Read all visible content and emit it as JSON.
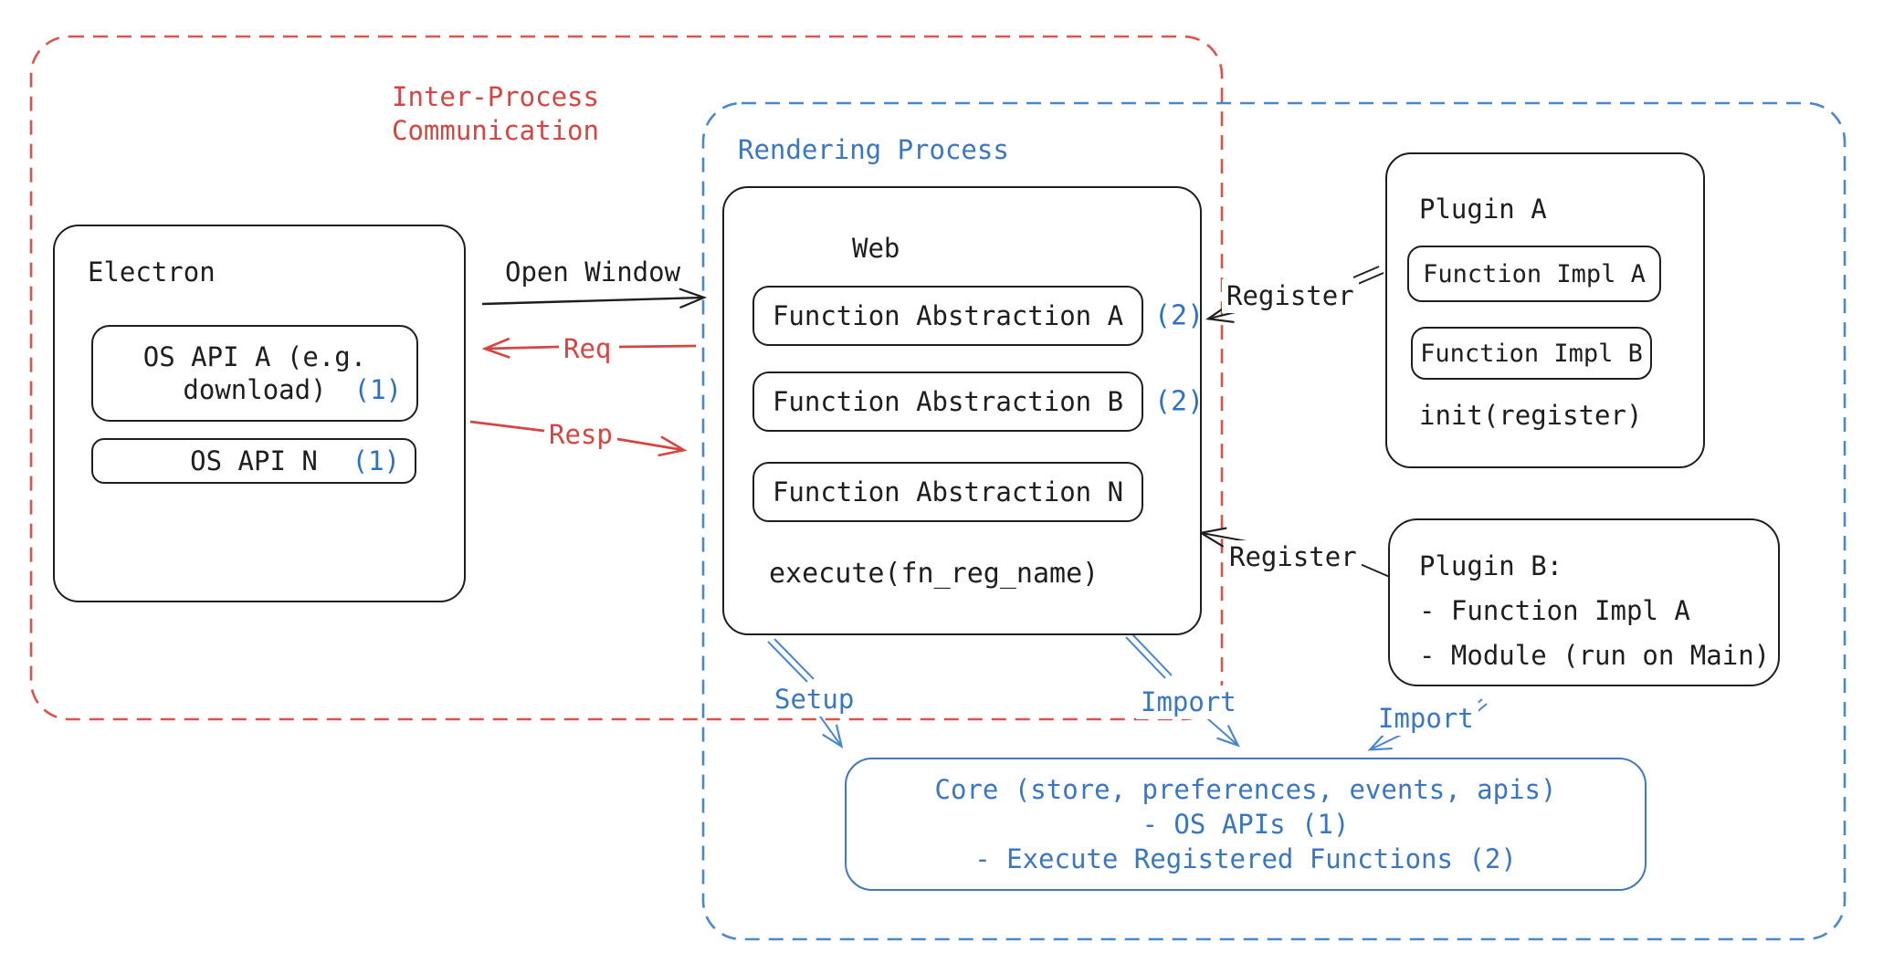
{
  "colors": {
    "ink": "#1e1e1e",
    "red": "#d64541",
    "red_dash": "#dd524c",
    "blue": "#3b76c2",
    "blue_dash": "#4b87cd",
    "badge_blue": "#2d71c5"
  },
  "ipc": {
    "label_line1": "Inter-Process",
    "label_line2": "Communication"
  },
  "rendering": {
    "label": "Rendering Process"
  },
  "electron": {
    "title": "Electron",
    "api_a": {
      "line1": "OS API A (e.g.",
      "line2": "download)",
      "badge": "(1)"
    },
    "api_n": {
      "label": "OS API N",
      "badge": "(1)"
    }
  },
  "arrows": {
    "open_window": "Open Window",
    "req": "Req",
    "resp": "Resp",
    "register_a": "Register",
    "register_b": "Register",
    "setup": "Setup",
    "import_web": "Import",
    "import_plugin": "Import"
  },
  "web": {
    "title": "Web",
    "fa_a": {
      "label": "Function Abstraction A",
      "badge": "(2)"
    },
    "fa_b": {
      "label": "Function Abstraction B",
      "badge": "(2)"
    },
    "fa_n": {
      "label": "Function Abstraction N"
    },
    "execute": "execute(fn_reg_name)"
  },
  "plugin_a": {
    "title": "Plugin A",
    "impl_a": "Function Impl A",
    "impl_b": "Function Impl B",
    "init": "init(register)"
  },
  "plugin_b": {
    "title": "Plugin B:",
    "item1": "- Function Impl A",
    "item2": "- Module (run on Main)"
  },
  "core": {
    "line1": "Core (store, preferences, events, apis)",
    "line2": "- OS APIs (1)",
    "line3": "- Execute Registered Functions (2)"
  }
}
